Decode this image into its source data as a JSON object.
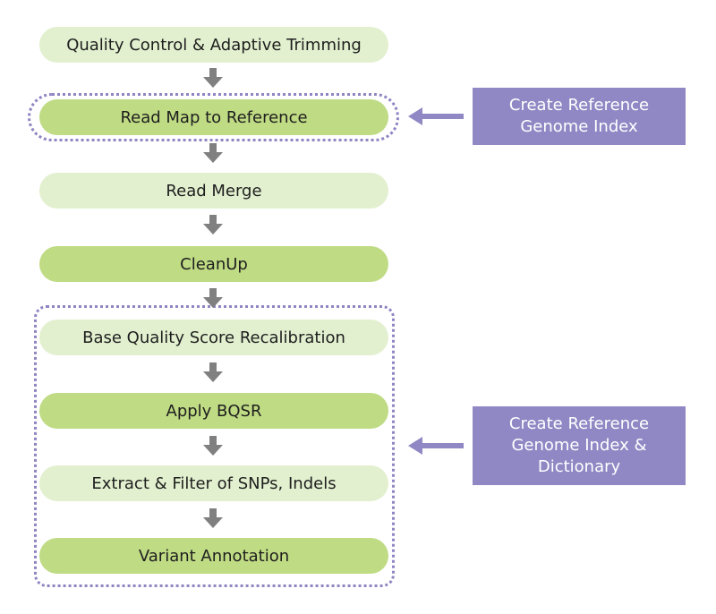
{
  "steps": [
    {
      "label": "Quality Control & Adaptive Trimming"
    },
    {
      "label": "Read Map to Reference"
    },
    {
      "label": "Read Merge"
    },
    {
      "label": "CleanUp"
    },
    {
      "label": "Base Quality Score Recalibration"
    },
    {
      "label": "Apply BQSR"
    },
    {
      "label": "Extract & Filter of SNPs, Indels"
    },
    {
      "label": "Variant Annotation"
    }
  ],
  "side_inputs": [
    {
      "lines": [
        "Create Reference",
        "Genome Index"
      ]
    },
    {
      "lines": [
        "Create Reference",
        "Genome Index &",
        "Dictionary"
      ]
    }
  ],
  "colors": {
    "step_light": "#e2f0cf",
    "step_dark": "#bfdb84",
    "arrow_gray": "#808080",
    "accent_purple": "#8f88c4"
  }
}
